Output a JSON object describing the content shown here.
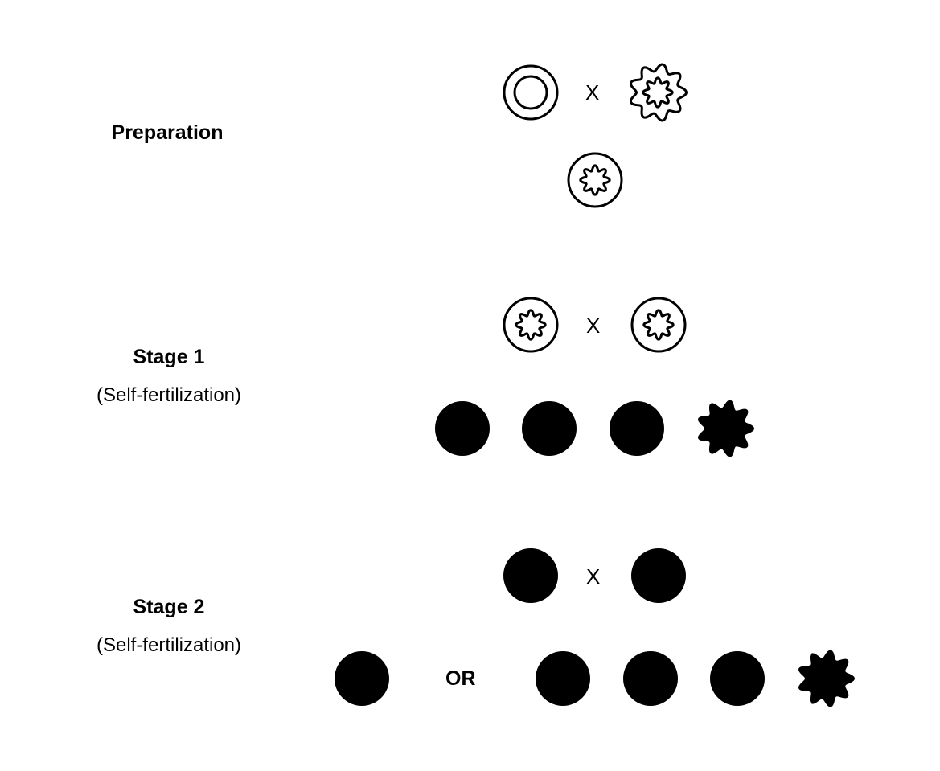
{
  "stages": [
    {
      "title": "Preparation",
      "subtitle": ""
    },
    {
      "title": "Stage 1",
      "subtitle": "(Self-fertilization)"
    },
    {
      "title": "Stage 2",
      "subtitle": "(Self-fertilization)"
    }
  ],
  "cross_symbol": "X",
  "or_label": "OR",
  "colors": {
    "ink": "#000000",
    "background": "#ffffff"
  }
}
